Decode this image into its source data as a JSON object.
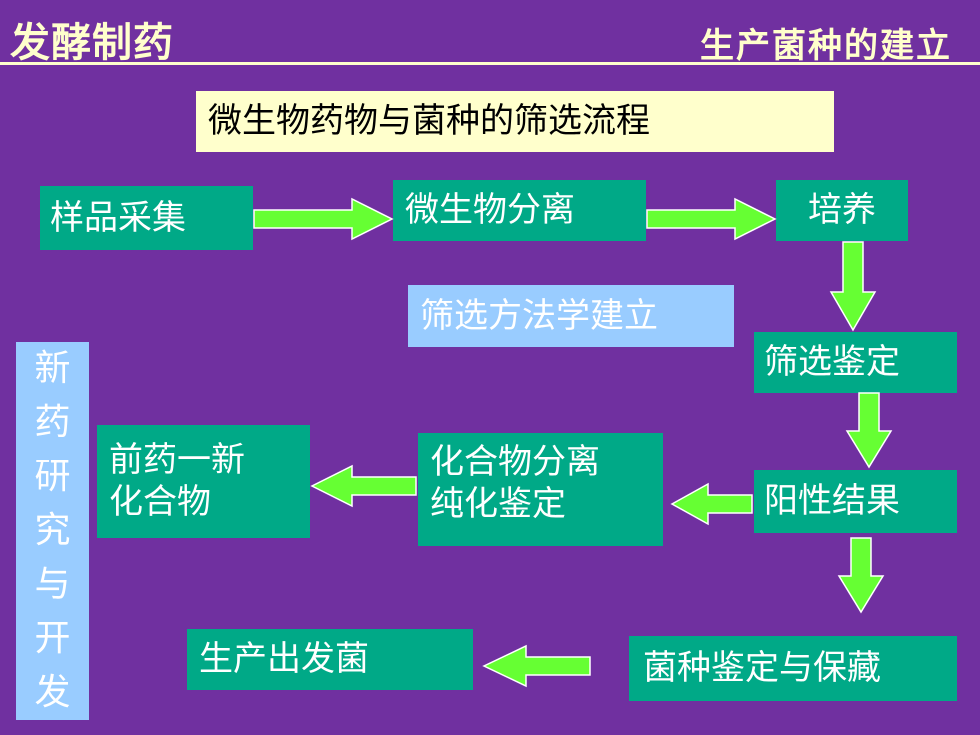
{
  "header": {
    "left_title": "发酵制药",
    "right_title": "生产菌种的建立"
  },
  "slide_title": "微生物药物与菌种的筛选流程",
  "flow": {
    "sampling": "样品采集",
    "isolation": "微生物分离",
    "culture": "培养",
    "method_setup": "筛选方法学建立",
    "screening": "筛选鉴定",
    "positive": "阳性结果",
    "compound_line1": "化合物分离",
    "compound_line2": "纯化鉴定",
    "lead_line1": "前药一新",
    "lead_line2": "化合物",
    "strain_id": "菌种鉴定与保藏",
    "production": "生产出发菌"
  },
  "side_label": [
    "新",
    "药",
    "研",
    "究",
    "与",
    "开",
    "发"
  ],
  "colors": {
    "background": "#7030a0",
    "box": "#00a987",
    "light_box": "#99ccff",
    "arrow": "#66ff33",
    "header_text": "#ffffcc"
  }
}
